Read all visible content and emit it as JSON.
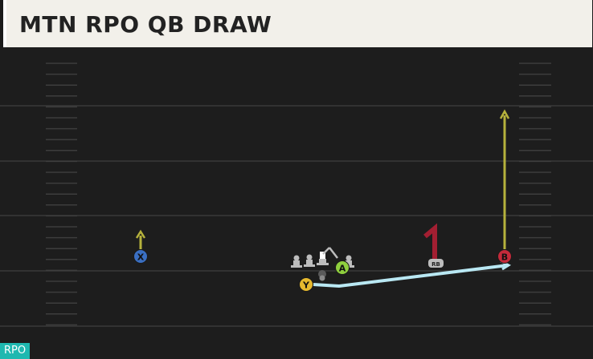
{
  "play": {
    "title": "MTN RPO QB DRAW",
    "badge": "RPO"
  },
  "players": {
    "x": "X",
    "y": "Y",
    "a": "A",
    "b": "B",
    "rb": "RB"
  },
  "colors": {
    "field": "#1b1b1b",
    "yard_line": "#3a3a3a",
    "hash": "#3d3d3d",
    "route_gold": "#b6b23c",
    "route_light_blue": "#b9e8f3",
    "qb_run": "#a31f32",
    "x_receiver": "#3a6fc2",
    "y_receiver": "#e6b92e",
    "a_receiver": "#8fcf3e",
    "b_receiver": "#c42a3a",
    "lineman": "#bdbdbd",
    "badge": "#1fb8b0"
  }
}
